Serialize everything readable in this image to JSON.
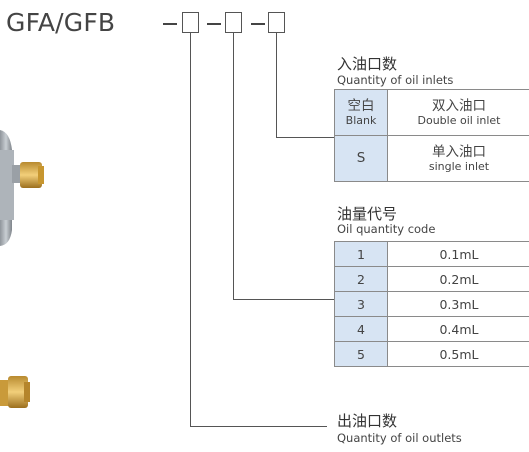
{
  "model": {
    "code": "GFA/GFB"
  },
  "inlets": {
    "title_cn": "入油口数",
    "title_en": "Quantity of oil inlets",
    "rows": [
      {
        "key_cn": "空白",
        "key_en": "Blank",
        "value_cn": "双入油口",
        "value_en": "Double oil inlet"
      },
      {
        "key_cn": "S",
        "key_en": "",
        "value_cn": "单入油口",
        "value_en": "single inlet"
      }
    ]
  },
  "oil_code": {
    "title_cn": "油量代号",
    "title_en": "Oil quantity code",
    "rows": [
      {
        "key": "1",
        "value": "0.1mL"
      },
      {
        "key": "2",
        "value": "0.2mL"
      },
      {
        "key": "3",
        "value": "0.3mL"
      },
      {
        "key": "4",
        "value": "0.4mL"
      },
      {
        "key": "5",
        "value": "0.5mL"
      }
    ]
  },
  "outlets": {
    "title_cn": "出油口数",
    "title_en": "Quantity of oil outlets"
  },
  "colors": {
    "key_cell": "#d7e4f3",
    "line": "#555555",
    "text": "#3a3a3a"
  }
}
